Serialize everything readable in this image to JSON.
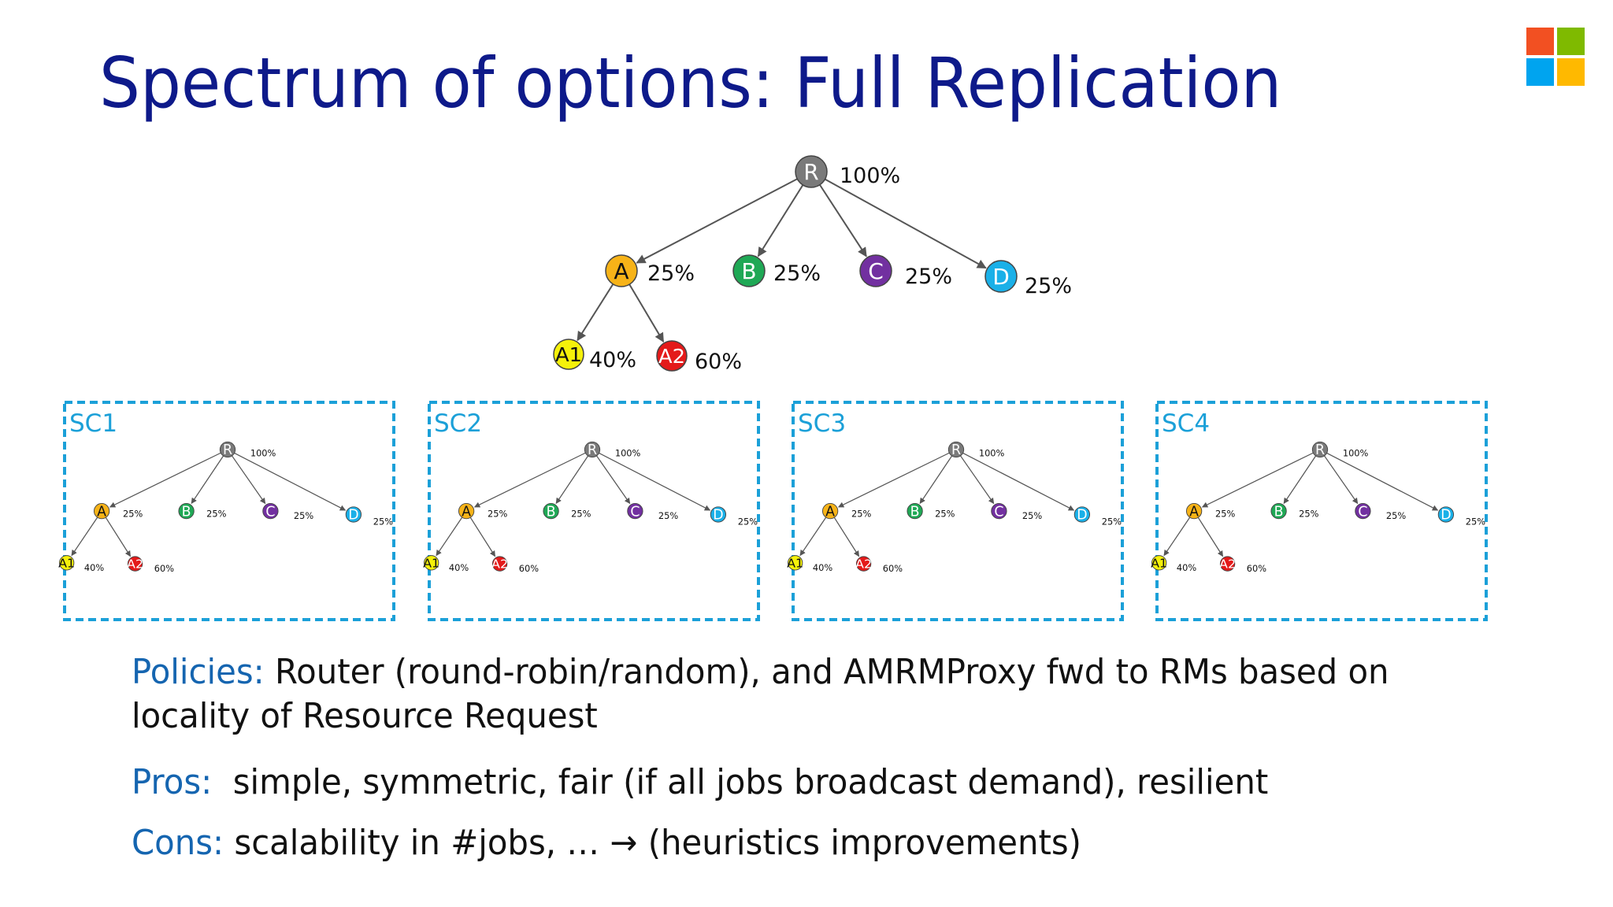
{
  "title": "Spectrum of options: Full Replication",
  "logo": {
    "name": "microsoft-logo",
    "colors": [
      "#f25022",
      "#7fba00",
      "#00a4ef",
      "#ffb900"
    ]
  },
  "colors": {
    "title": "#0e1a8a",
    "keyword": "#1565b0",
    "cluster_border": "#1ba0d8",
    "node_R": "#7a7a7a",
    "node_A": "#f7b318",
    "node_B": "#1fa855",
    "node_C": "#7230a0",
    "node_D": "#1ab0e8",
    "node_A1": "#f5f10a",
    "node_A2": "#e41a1a"
  },
  "main_tree": {
    "nodes": [
      {
        "id": "R",
        "label": "R",
        "value": "100%"
      },
      {
        "id": "A",
        "label": "A",
        "value": "25%"
      },
      {
        "id": "B",
        "label": "B",
        "value": "25%"
      },
      {
        "id": "C",
        "label": "C",
        "value": "25%"
      },
      {
        "id": "D",
        "label": "D",
        "value": "25%"
      },
      {
        "id": "A1",
        "label": "A1",
        "value": "40%"
      },
      {
        "id": "A2",
        "label": "A2",
        "value": "60%"
      }
    ],
    "edges": [
      [
        "R",
        "A"
      ],
      [
        "R",
        "B"
      ],
      [
        "R",
        "C"
      ],
      [
        "R",
        "D"
      ],
      [
        "A",
        "A1"
      ],
      [
        "A",
        "A2"
      ]
    ]
  },
  "subclusters": [
    {
      "label": "SC1"
    },
    {
      "label": "SC2"
    },
    {
      "label": "SC3"
    },
    {
      "label": "SC4"
    }
  ],
  "policies": {
    "label": "Policies:",
    "line1": " Router (round-robin/random), and AMRMProxy fwd to RMs based on",
    "line2": "locality of Resource Request"
  },
  "pros": {
    "label": "Pros:",
    "text": "simple, symmetric, fair (if all jobs broadcast demand), resilient"
  },
  "cons": {
    "label": "Cons:",
    "text": "scalability in #jobs, …",
    "arrow": "→",
    "text2": "(heuristics improvements)"
  }
}
